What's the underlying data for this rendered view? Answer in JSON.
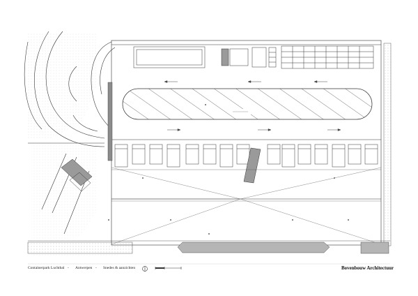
{
  "title_block": {
    "project": "Containerpark Luchtbal",
    "city": "Antwerpen",
    "subject": "Snedes & aanzichten",
    "separator": "-",
    "firm": "Bovenbouw Architectuur"
  },
  "drawing": {
    "type": "site plan",
    "ink_color": "#333333",
    "fill_color": "#9a9a9a"
  }
}
